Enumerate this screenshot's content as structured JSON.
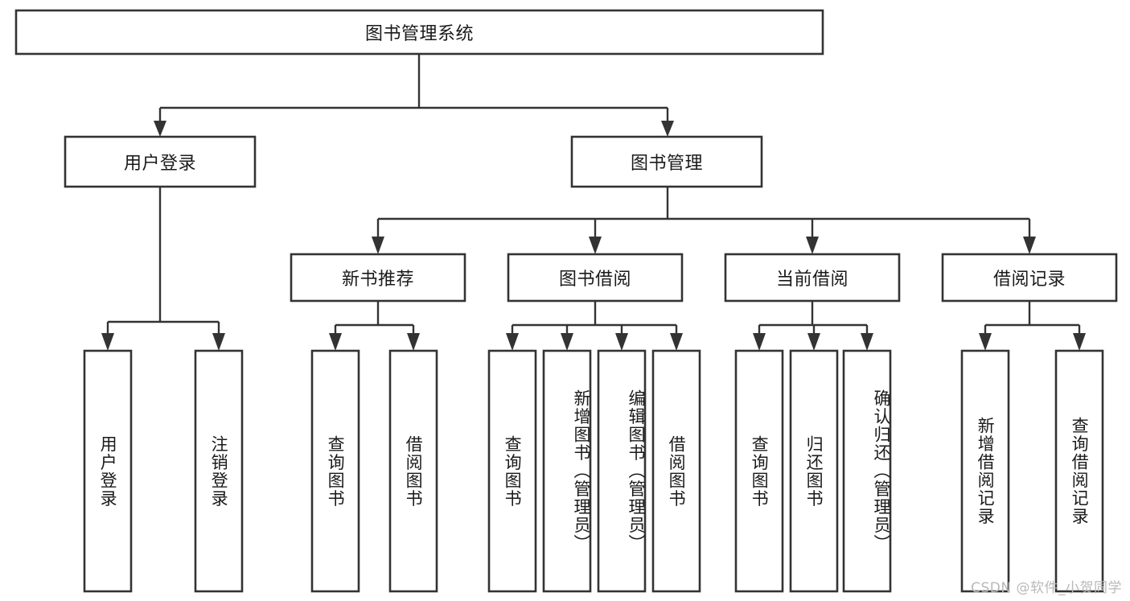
{
  "diagram": {
    "title": "图书管理系统",
    "watermark": "CSDN @软件_小贺同学",
    "type": "tree-hierarchy",
    "orientation": "top-down",
    "colors": {
      "box_stroke": "#333333",
      "box_fill": "#ffffff",
      "text": "#1a1a1a",
      "background": "#ffffff",
      "watermark": "#b9b9b9"
    },
    "levels": {
      "level1_label": "图书管理系统",
      "level2_labels": [
        "用户登录",
        "图书管理"
      ],
      "level3_labels": [
        "新书推荐",
        "图书借阅",
        "当前借阅",
        "借阅记录"
      ]
    },
    "nodes": {
      "root": {
        "id": "root",
        "label": "图书管理系统",
        "level": 1,
        "orientation": "horizontal"
      },
      "user_login": {
        "id": "user_login",
        "label": "用户登录",
        "level": 2,
        "orientation": "horizontal"
      },
      "book_mgmt": {
        "id": "book_mgmt",
        "label": "图书管理",
        "level": 2,
        "orientation": "horizontal"
      },
      "new_book_rec": {
        "id": "new_book_rec",
        "label": "新书推荐",
        "level": 3,
        "orientation": "horizontal"
      },
      "book_borrow": {
        "id": "book_borrow",
        "label": "图书借阅",
        "level": 3,
        "orientation": "horizontal"
      },
      "current_borrow": {
        "id": "current_borrow",
        "label": "当前借阅",
        "level": 3,
        "orientation": "horizontal"
      },
      "borrow_record": {
        "id": "borrow_record",
        "label": "借阅记录",
        "level": 3,
        "orientation": "horizontal"
      },
      "leaf_user_login": {
        "id": "leaf_user_login",
        "label": "用户登录",
        "level": 3,
        "orientation": "vertical"
      },
      "leaf_logout": {
        "id": "leaf_logout",
        "label": "注销登录",
        "level": 3,
        "orientation": "vertical"
      },
      "leaf_query_book_1": {
        "id": "leaf_query_book_1",
        "label": "查询图书",
        "level": 4,
        "orientation": "vertical"
      },
      "leaf_borrow_book_1": {
        "id": "leaf_borrow_book_1",
        "label": "借阅图书",
        "level": 4,
        "orientation": "vertical"
      },
      "leaf_query_book_2": {
        "id": "leaf_query_book_2",
        "label": "查询图书",
        "level": 4,
        "orientation": "vertical"
      },
      "leaf_add_book": {
        "id": "leaf_add_book",
        "label": "新增图书（管理员）",
        "level": 4,
        "orientation": "vertical"
      },
      "leaf_edit_book": {
        "id": "leaf_edit_book",
        "label": "编辑图书（管理员）",
        "level": 4,
        "orientation": "vertical"
      },
      "leaf_borrow_book_2": {
        "id": "leaf_borrow_book_2",
        "label": "借阅图书",
        "level": 4,
        "orientation": "vertical"
      },
      "leaf_query_book_3": {
        "id": "leaf_query_book_3",
        "label": "查询图书",
        "level": 4,
        "orientation": "vertical"
      },
      "leaf_return_book": {
        "id": "leaf_return_book",
        "label": "归还图书",
        "level": 4,
        "orientation": "vertical"
      },
      "leaf_confirm_return": {
        "id": "leaf_confirm_return",
        "label": "确认归还（管理员）",
        "level": 4,
        "orientation": "vertical"
      },
      "leaf_add_record": {
        "id": "leaf_add_record",
        "label": "新增借阅记录",
        "level": 4,
        "orientation": "vertical"
      },
      "leaf_query_record": {
        "id": "leaf_query_record",
        "label": "查询借阅记录",
        "level": 4,
        "orientation": "vertical"
      }
    },
    "edges": [
      {
        "from": "root",
        "to": "user_login"
      },
      {
        "from": "root",
        "to": "book_mgmt"
      },
      {
        "from": "user_login",
        "to": "leaf_user_login"
      },
      {
        "from": "user_login",
        "to": "leaf_logout"
      },
      {
        "from": "book_mgmt",
        "to": "new_book_rec"
      },
      {
        "from": "book_mgmt",
        "to": "book_borrow"
      },
      {
        "from": "book_mgmt",
        "to": "current_borrow"
      },
      {
        "from": "book_mgmt",
        "to": "borrow_record"
      },
      {
        "from": "new_book_rec",
        "to": "leaf_query_book_1"
      },
      {
        "from": "new_book_rec",
        "to": "leaf_borrow_book_1"
      },
      {
        "from": "book_borrow",
        "to": "leaf_query_book_2"
      },
      {
        "from": "book_borrow",
        "to": "leaf_add_book"
      },
      {
        "from": "book_borrow",
        "to": "leaf_edit_book"
      },
      {
        "from": "book_borrow",
        "to": "leaf_borrow_book_2"
      },
      {
        "from": "current_borrow",
        "to": "leaf_query_book_3"
      },
      {
        "from": "current_borrow",
        "to": "leaf_return_book"
      },
      {
        "from": "current_borrow",
        "to": "leaf_confirm_return"
      },
      {
        "from": "borrow_record",
        "to": "leaf_add_record"
      },
      {
        "from": "borrow_record",
        "to": "leaf_query_record"
      }
    ]
  }
}
